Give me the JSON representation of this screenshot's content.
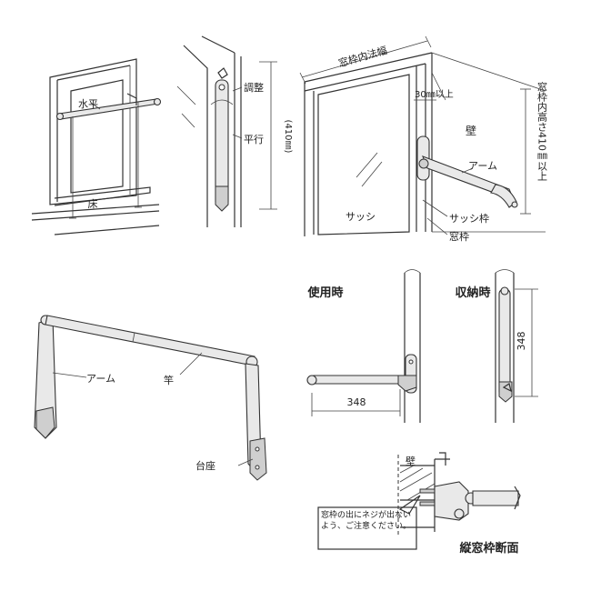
{
  "labels": {
    "fig1_level": "水平",
    "fig1_floor": "床",
    "fig2_adjust": "調整",
    "fig2_parallel": "平行",
    "fig2_height": "(410㎜)",
    "fig3_frame_width": "窓枠内法幅",
    "fig3_offset": "30㎜以上",
    "fig3_wall": "壁",
    "fig3_arm": "アーム",
    "fig3_sash": "サッシ",
    "fig3_sash_frame": "サッシ枠",
    "fig3_window_frame": "窓枠",
    "fig3_frame_height": "窓枠内高さ410㎜以上",
    "fig4_arm": "アーム",
    "fig4_pole": "竿",
    "fig4_base": "台座",
    "fig5_in_use": "使用時",
    "fig5_dim": "348",
    "fig6_stored": "収納時",
    "fig6_dim": "348",
    "fig7_wall": "壁",
    "fig7_note": "窓枠の出にネジが出ないよう、ご注意ください。",
    "fig7_caption": "縦窓枠断面"
  }
}
